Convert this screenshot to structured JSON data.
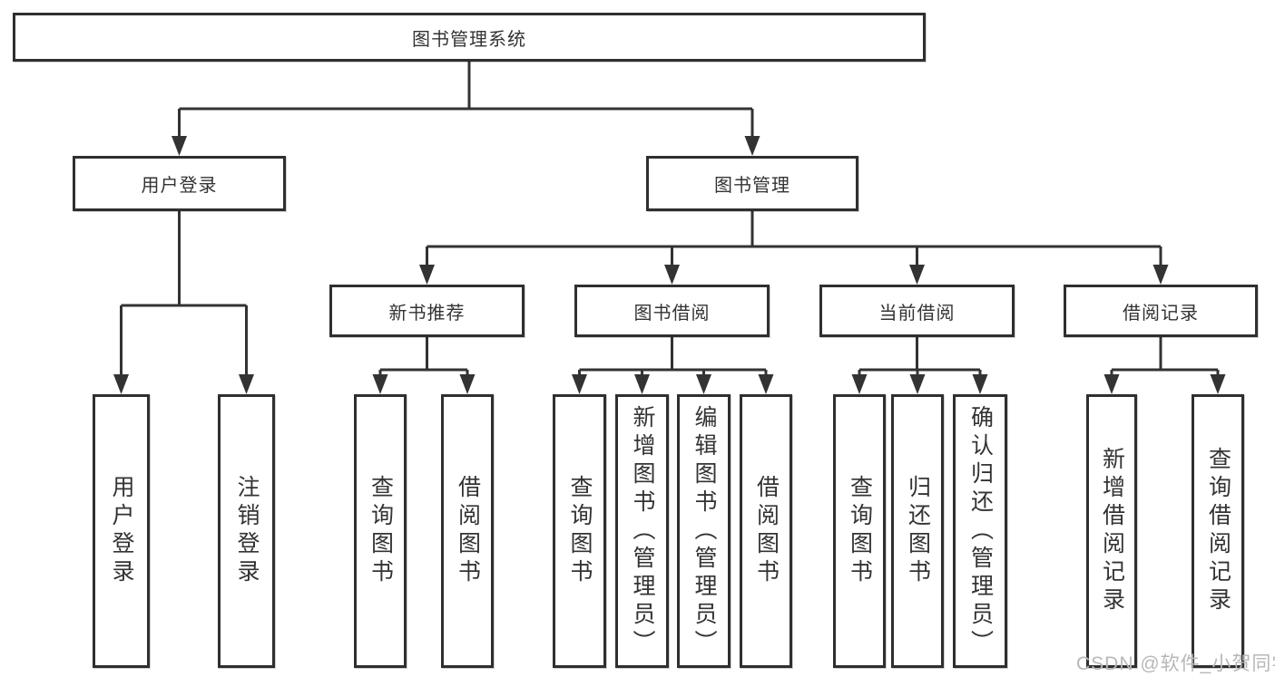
{
  "diagram": {
    "watermark": "CSDN @软件_小贺同学",
    "colors": {
      "line": "#333333",
      "box_border": "#2f2f2f",
      "text": "#333333",
      "background": "#ffffff",
      "watermark": "#b7b7b7"
    },
    "nodes": {
      "root": {
        "label": "图书管理系统"
      },
      "user_login": {
        "label": "用户登录"
      },
      "book_mgmt": {
        "label": "图书管理"
      },
      "new_book_rec": {
        "label": "新书推荐"
      },
      "book_borrow": {
        "label": "图书借阅"
      },
      "current_borrow": {
        "label": "当前借阅"
      },
      "borrow_records": {
        "label": "借阅记录"
      },
      "leaf_user_login": {
        "label": "用户登录"
      },
      "leaf_logout": {
        "label": "注销登录"
      },
      "leaf_nbr_query": {
        "label": "查询图书"
      },
      "leaf_nbr_borrow": {
        "label": "借阅图书"
      },
      "leaf_bb_query": {
        "label": "查询图书"
      },
      "leaf_bb_add": {
        "label": "新增图书（管理员）"
      },
      "leaf_bb_edit": {
        "label": "编辑图书（管理员）"
      },
      "leaf_bb_borrow": {
        "label": "借阅图书"
      },
      "leaf_cb_query": {
        "label": "查询图书"
      },
      "leaf_cb_return": {
        "label": "归还图书"
      },
      "leaf_cb_confirm": {
        "label": "确认归还（管理员）"
      },
      "leaf_br_add": {
        "label": "新增借阅记录"
      },
      "leaf_br_query": {
        "label": "查询借阅记录"
      }
    },
    "edges": [
      [
        "root",
        "user_login"
      ],
      [
        "root",
        "book_mgmt"
      ],
      [
        "user_login",
        "leaf_user_login"
      ],
      [
        "user_login",
        "leaf_logout"
      ],
      [
        "book_mgmt",
        "new_book_rec"
      ],
      [
        "book_mgmt",
        "book_borrow"
      ],
      [
        "book_mgmt",
        "current_borrow"
      ],
      [
        "book_mgmt",
        "borrow_records"
      ],
      [
        "new_book_rec",
        "leaf_nbr_query"
      ],
      [
        "new_book_rec",
        "leaf_nbr_borrow"
      ],
      [
        "book_borrow",
        "leaf_bb_query"
      ],
      [
        "book_borrow",
        "leaf_bb_add"
      ],
      [
        "book_borrow",
        "leaf_bb_edit"
      ],
      [
        "book_borrow",
        "leaf_bb_borrow"
      ],
      [
        "current_borrow",
        "leaf_cb_query"
      ],
      [
        "current_borrow",
        "leaf_cb_return"
      ],
      [
        "current_borrow",
        "leaf_cb_confirm"
      ],
      [
        "borrow_records",
        "leaf_br_add"
      ],
      [
        "borrow_records",
        "leaf_br_query"
      ]
    ]
  }
}
